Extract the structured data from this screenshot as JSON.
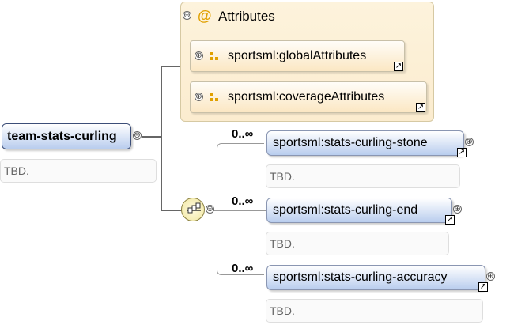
{
  "root": {
    "name": "team-stats-curling",
    "doc": "TBD."
  },
  "attributes": {
    "title": "Attributes",
    "at_symbol": "@",
    "refs": [
      {
        "label": "sportsml:globalAttributes"
      },
      {
        "label": "sportsml:coverageAttributes"
      }
    ]
  },
  "children": [
    {
      "cardinality": "0..∞",
      "name": "sportsml:stats-curling-stone",
      "doc": "TBD."
    },
    {
      "cardinality": "0..∞",
      "name": "sportsml:stats-curling-end",
      "doc": "TBD."
    },
    {
      "cardinality": "0..∞",
      "name": "sportsml:stats-curling-accuracy",
      "doc": "TBD."
    }
  ],
  "symbols": {
    "collapse": "⊖",
    "expand": "⊕",
    "link": "↗"
  }
}
